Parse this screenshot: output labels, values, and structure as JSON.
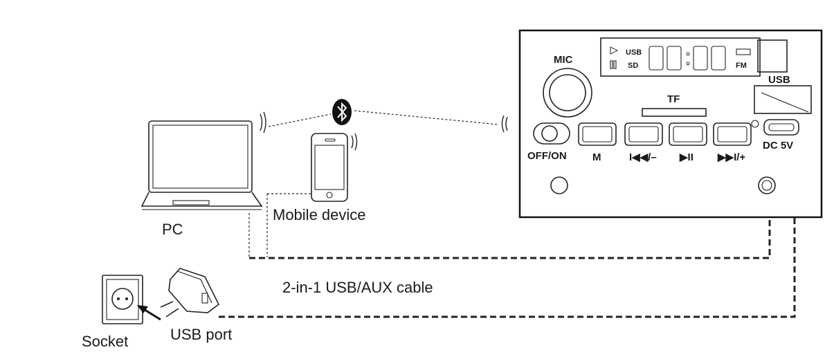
{
  "labels": {
    "pc": "PC",
    "mobile": "Mobile device",
    "cable": "2-in-1 USB/AUX cable",
    "socket": "Socket",
    "usb_port": "USB port"
  },
  "panel": {
    "mic": "MIC",
    "tf": "TF",
    "usb": "USB",
    "off_on": "OFF/ON",
    "m": "M",
    "prev": "I◀◀/–",
    "play": "▶II",
    "next": "▶▶I/+",
    "dc5v": "DC 5V",
    "display": {
      "usb": "USB",
      "sd": "SD",
      "fm": "FM"
    }
  }
}
